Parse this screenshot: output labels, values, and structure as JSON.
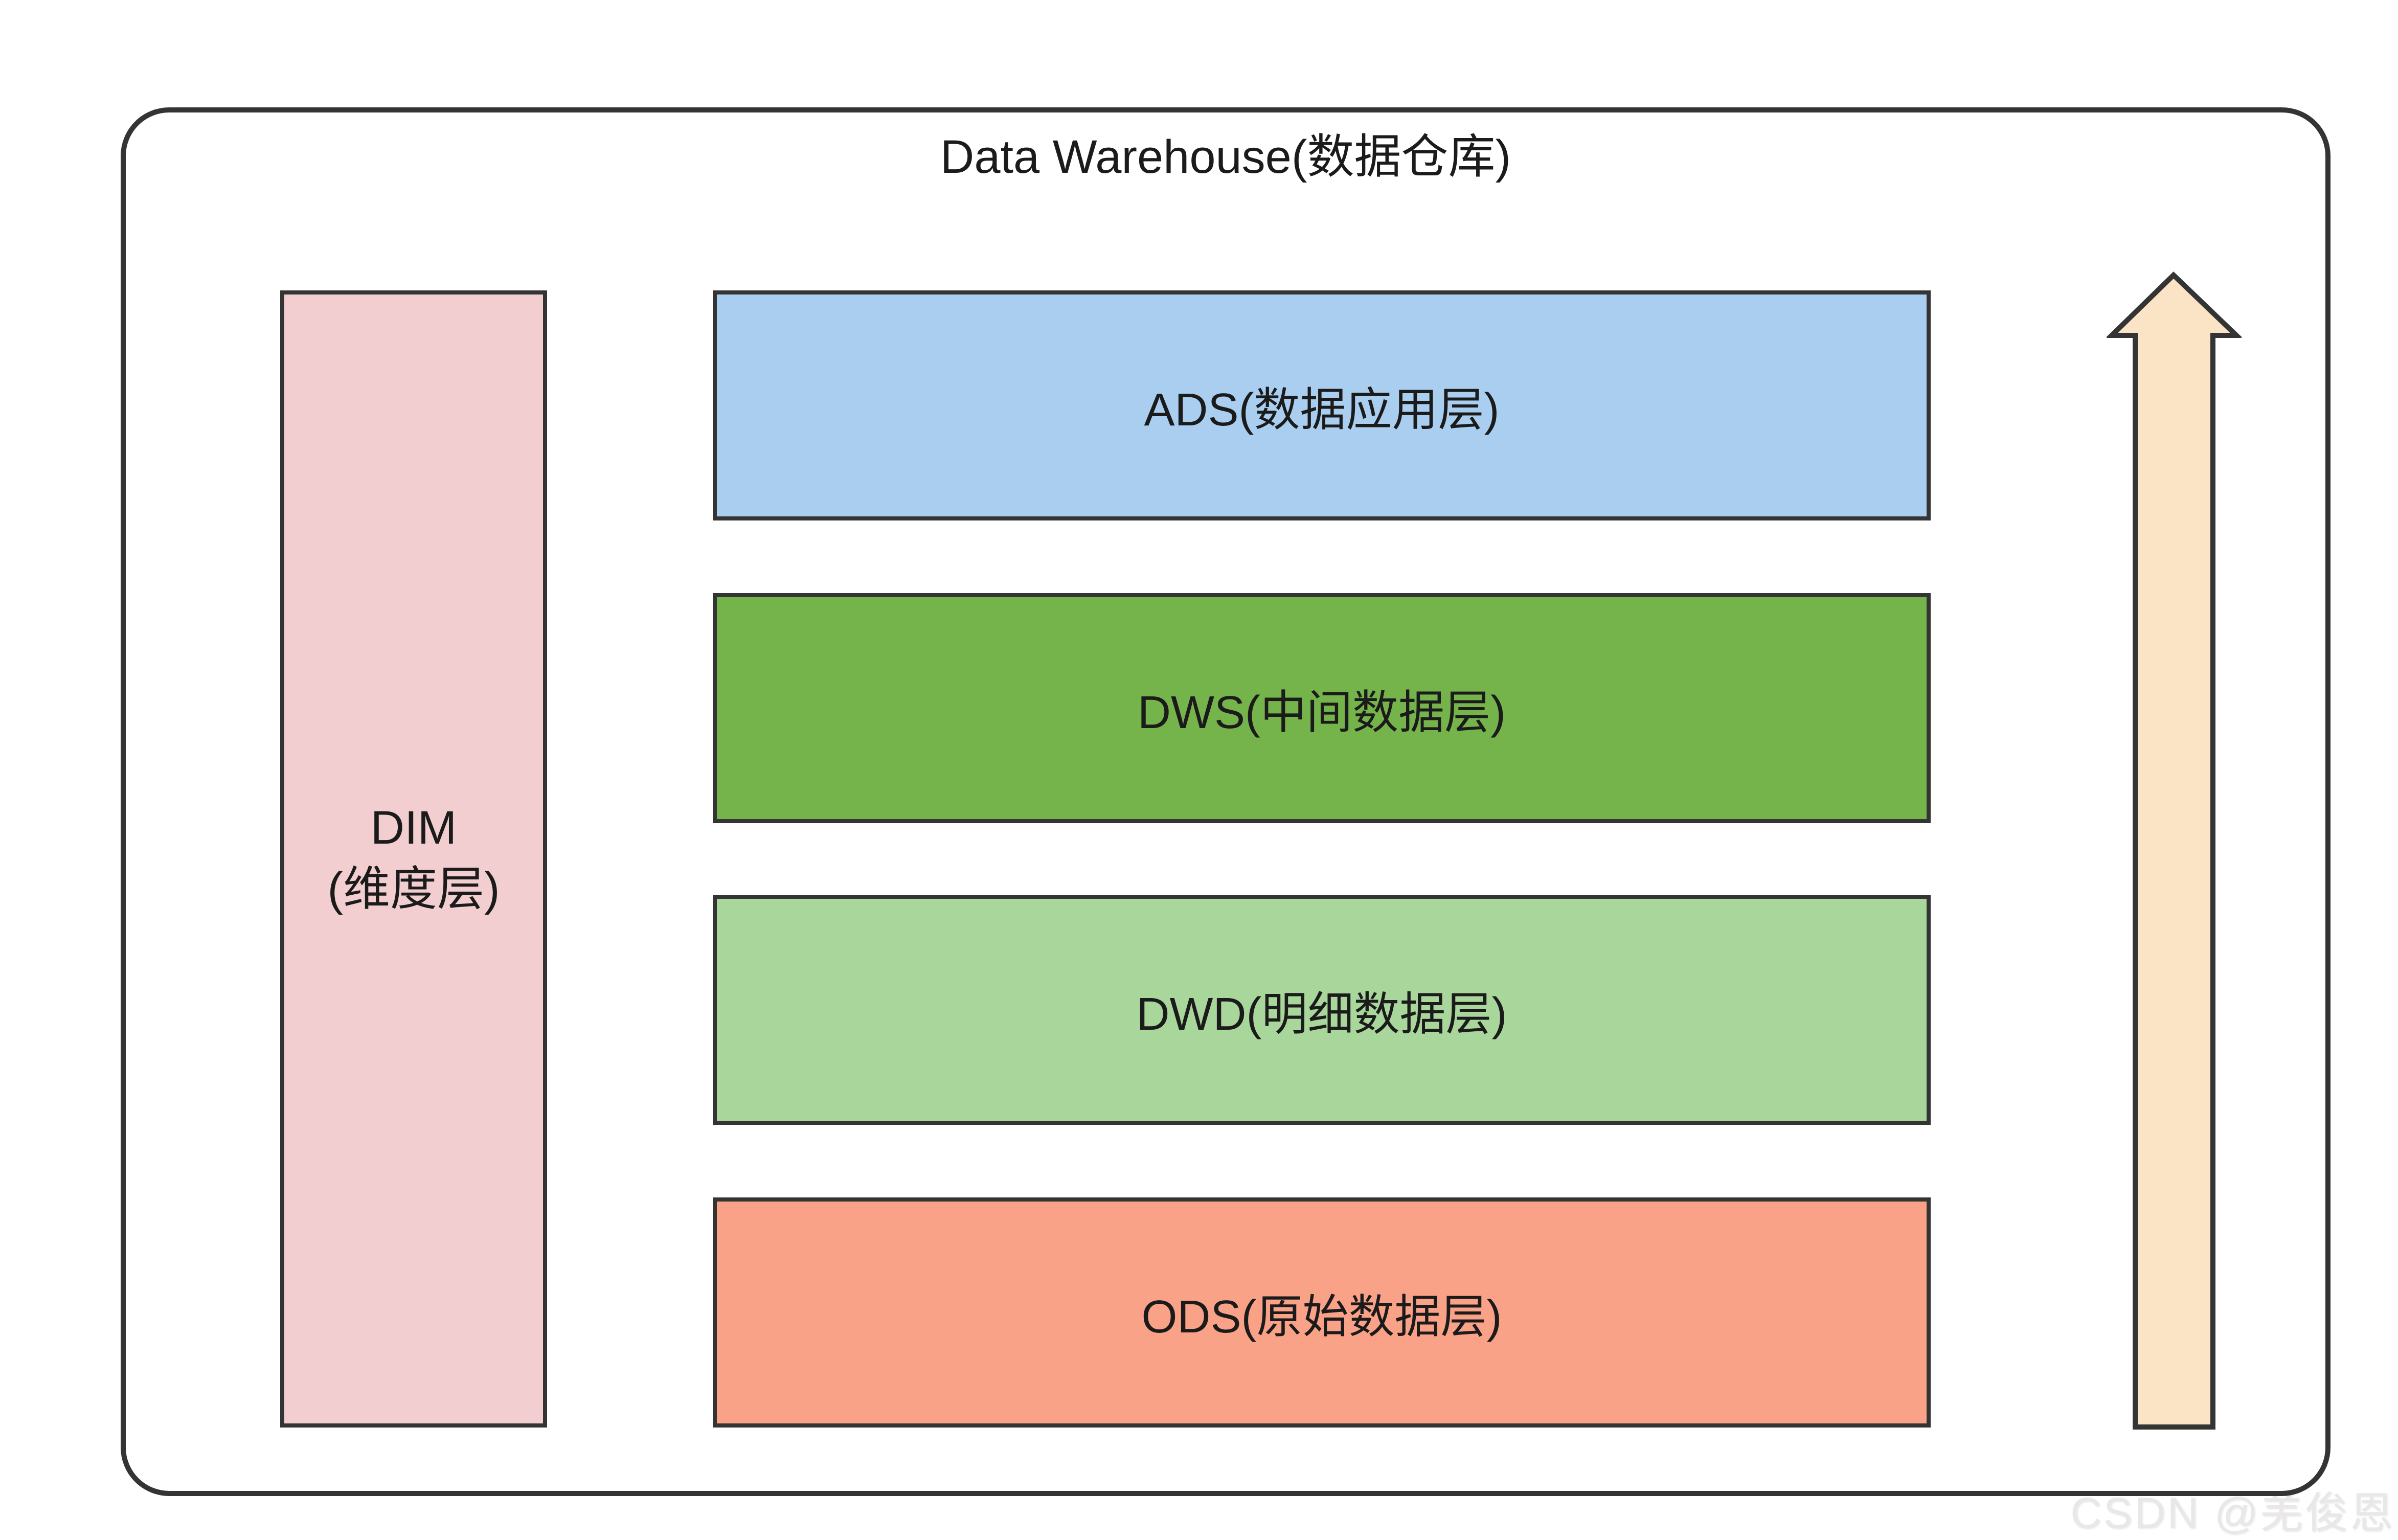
{
  "diagram": {
    "title": "Data Warehouse(数据仓库)",
    "border_color": "#343434",
    "text_color": "#1b1b1b",
    "dim_layer": {
      "code": "DIM",
      "label_line1": "DIM",
      "label_line2": "(维度层)",
      "fill": "#F3CED0"
    },
    "layers": [
      {
        "code": "ADS",
        "label": "ADS(数据应用层)",
        "fill": "#A9CEF0"
      },
      {
        "code": "DWS",
        "label": "DWS(中间数据层)",
        "fill": "#75B34B"
      },
      {
        "code": "DWD",
        "label": "DWD(明细数据层)",
        "fill": "#A8D69B"
      },
      {
        "code": "ODS",
        "label": "ODS(原始数据层)",
        "fill": "#F9A287"
      }
    ],
    "flow_arrow": {
      "direction": "up",
      "fill": "#FBE4C5"
    }
  },
  "watermark": {
    "text": "CSDN @羌俊恩",
    "color": "#e9e7e7"
  }
}
